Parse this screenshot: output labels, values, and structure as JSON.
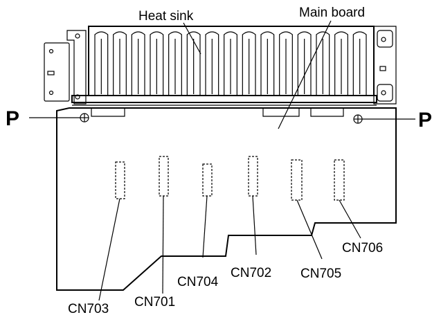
{
  "labels": {
    "heat_sink": "Heat sink",
    "main_board": "Main board",
    "p_left": "P",
    "p_right": "P"
  },
  "connectors": [
    {
      "id": "cn703",
      "label": "CN703"
    },
    {
      "id": "cn701",
      "label": "CN701"
    },
    {
      "id": "cn704",
      "label": "CN704"
    },
    {
      "id": "cn702",
      "label": "CN702"
    },
    {
      "id": "cn705",
      "label": "CN705"
    },
    {
      "id": "cn706",
      "label": "CN706"
    }
  ]
}
